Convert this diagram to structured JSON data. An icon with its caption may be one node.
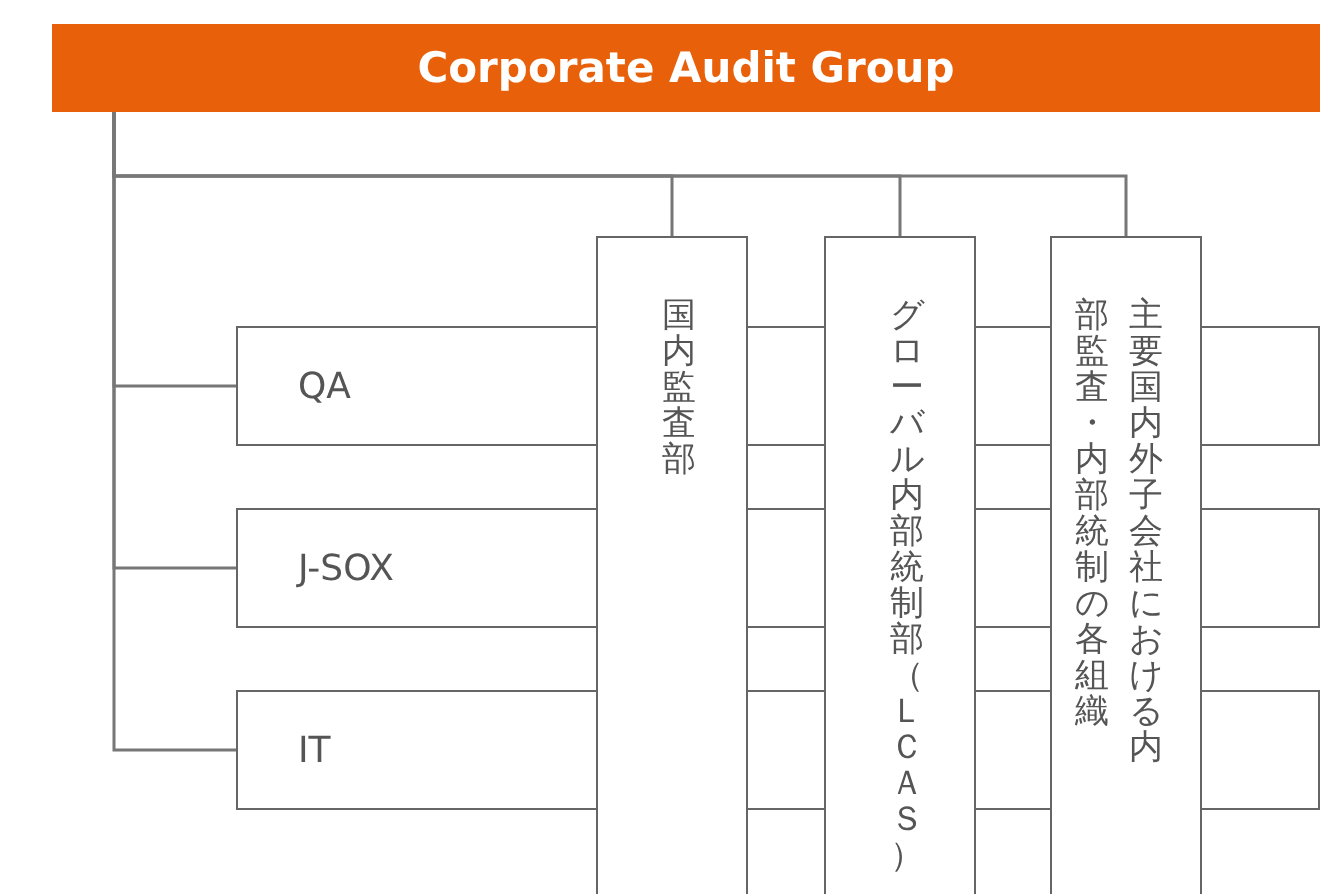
{
  "diagram": {
    "nodes": [
      {
        "text": [
          "Corporate Audit Group"
        ]
      },
      {
        "text": [
          "QA"
        ]
      },
      {
        "text": [
          "J-SOX"
        ]
      },
      {
        "text": [
          "IT"
        ]
      },
      {
        "text": [
          "国内監査部"
        ]
      },
      {
        "text": [
          "グローバル内部統制部（ＬＣＡＳ）"
        ]
      },
      {
        "text": [
          "主要国内外子会社における内部監査・内部統制の各組織"
        ]
      }
    ],
    "edges": [
      {
        "from": 0,
        "to": 1,
        "arrow": "none"
      },
      {
        "from": 0,
        "to": 2,
        "arrow": "none"
      },
      {
        "from": 0,
        "to": 3,
        "arrow": "none"
      },
      {
        "from": 0,
        "to": 4,
        "arrow": "none"
      },
      {
        "from": 0,
        "to": 5,
        "arrow": "none"
      },
      {
        "from": 0,
        "to": 6,
        "arrow": "none"
      }
    ]
  }
}
